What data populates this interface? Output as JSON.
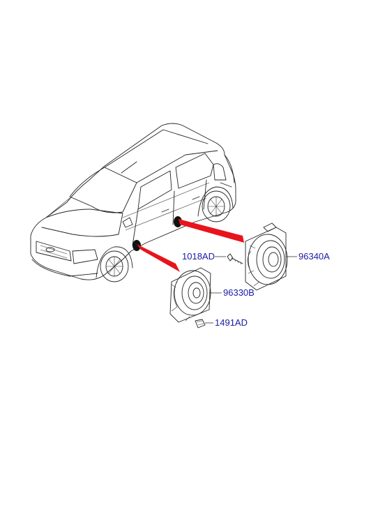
{
  "parts": [
    {
      "id": "rear-door-speaker",
      "number": "96340A"
    },
    {
      "id": "front-door-speaker",
      "number": "96330B"
    },
    {
      "id": "speaker-screw",
      "number": "1018AD"
    },
    {
      "id": "speaker-clip",
      "number": "1491AD"
    }
  ],
  "colors": {
    "callout_text": "#1a1aa6",
    "pointer_arrow": "#e8141b",
    "ink": "#222222"
  }
}
